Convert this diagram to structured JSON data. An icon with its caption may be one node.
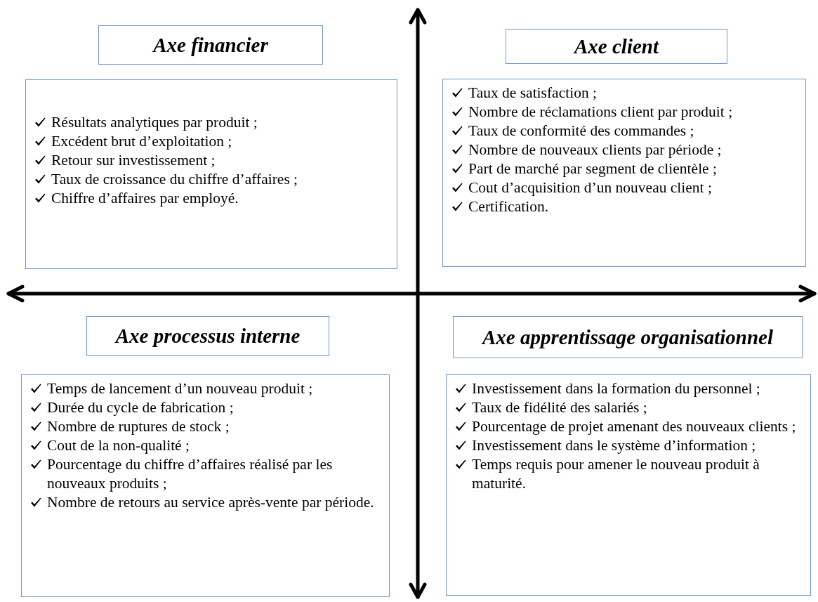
{
  "diagram": {
    "nodes": [
      {
        "text": [
          "Axe financier"
        ]
      },
      {
        "text": [
          "Résultats analytiques par produit ;",
          "Excédent brut d’exploitation ;",
          "Retour sur investissement ;",
          "Taux de croissance du chiffre d’affaires ;",
          "Chiffre d’affaires par employé."
        ]
      },
      {
        "text": [
          "Axe client"
        ]
      },
      {
        "text": [
          "Taux de satisfaction ;",
          "Nombre de réclamations client par produit ;",
          "Taux de conformité des commandes ;",
          "Nombre de nouveaux clients par période ;",
          "Part de marché par segment de clientèle ;",
          "Cout d’acquisition d’un nouveau client ;",
          "Certification."
        ]
      },
      {
        "text": [
          "Axe processus interne"
        ]
      },
      {
        "text": [
          "Temps de lancement d’un nouveau produit ;",
          "Durée du cycle de fabrication ;",
          "Nombre de ruptures de stock ;",
          "Cout de la non-qualité ;",
          "Pourcentage du chiffre d’affaires réalisé par les nouveaux produits ;",
          "Nombre de retours au service après-vente par période."
        ]
      },
      {
        "text": [
          "Axe apprentissage organisationnel"
        ]
      },
      {
        "text": [
          "Investissement dans la formation du personnel ;",
          "Taux de fidélité des salariés ;",
          "Pourcentage de projet amenant des nouveaux clients ;",
          "Investissement dans le système d’information ;",
          "Temps requis pour amener le nouveau produit à maturité."
        ]
      }
    ]
  }
}
